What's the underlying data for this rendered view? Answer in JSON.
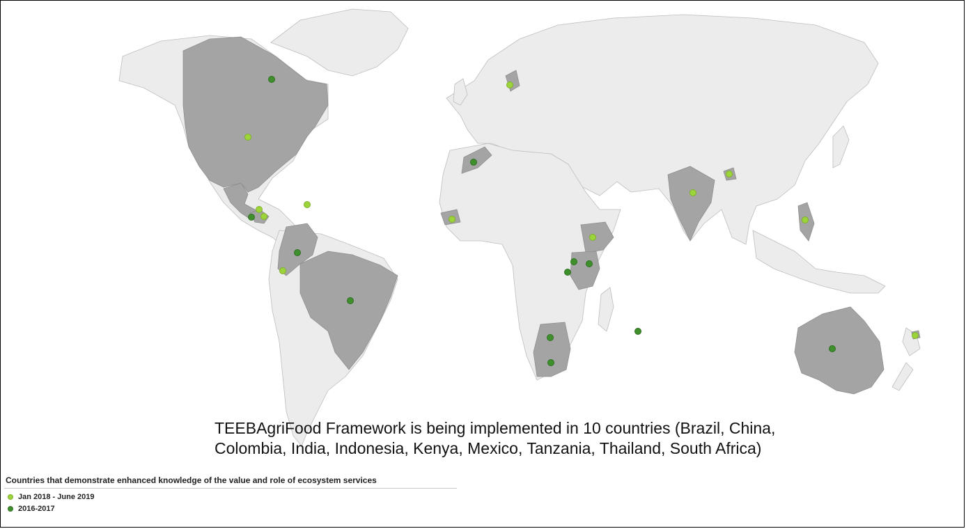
{
  "annotation": {
    "line1": "TEEBAgriFood Framework is being implemented in 10 countries (Brazil, China,",
    "line2": "Colombia, India, Indonesia, Kenya, Mexico, Tanzania, Thailand, South Africa)"
  },
  "legend": {
    "title": "Countries that demonstrate enhanced knowledge of the value and role of ecosystem services",
    "items": [
      {
        "label": "Jan 2018 - June 2019",
        "color": "#9cd43a"
      },
      {
        "label": "2016-2017",
        "color": "#3f8f2c"
      }
    ]
  },
  "colors": {
    "highlighted_country": "#a4a4a4",
    "other_country": "#ececec",
    "border": "#bdbdbd"
  }
}
